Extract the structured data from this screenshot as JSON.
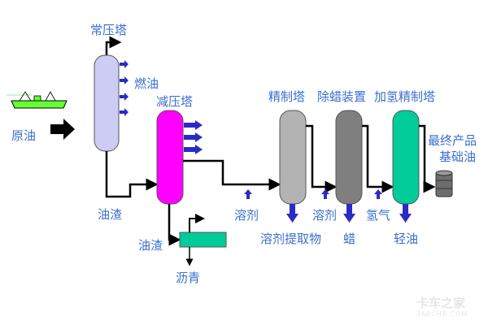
{
  "diagram": {
    "labels": {
      "crude_oil": "原油",
      "atmospheric_tower": "常压塔",
      "fuel_oil": "燃油",
      "vacuum_tower": "减压塔",
      "residue_1": "油渣",
      "residue_2": "油渣",
      "asphalt": "沥青",
      "solvent_1": "溶剂",
      "refining_tower": "精制塔",
      "solvent_extract": "溶剂提取物",
      "dewaxing_unit": "除蜡装置",
      "solvent_2": "溶剂",
      "wax": "蜡",
      "hydrofining_tower": "加氢精制塔",
      "hydrogen": "氢气",
      "light_oil": "轻油",
      "final_product_line1": "最终产品",
      "final_product_line2": "基础油"
    },
    "colors": {
      "atmospheric_tower": "#ccccf5",
      "vacuum_tower": "#ff00ff",
      "refining_tower": "#b3b3b3",
      "dewaxing_unit": "#7f7f7f",
      "hydrofining_tower": "#00cc99",
      "asphalt_unit": "#00cc99",
      "arrow": "#2b2bc4",
      "label": "#3b6fd0",
      "ship": "#66ff33"
    }
  },
  "watermark": {
    "line1": "卡车之家",
    "line2": "360CHE.COM"
  }
}
